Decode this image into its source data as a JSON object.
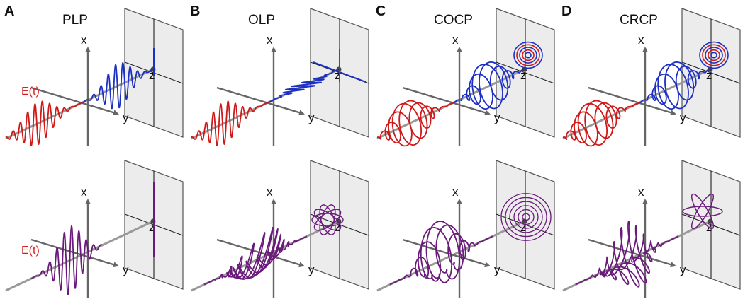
{
  "panels": [
    {
      "letter": "A",
      "title": "PLP",
      "kind": "PLP"
    },
    {
      "letter": "B",
      "title": "OLP",
      "kind": "OLP"
    },
    {
      "letter": "C",
      "title": "COCP",
      "kind": "COCP"
    },
    {
      "letter": "D",
      "title": "CRCP",
      "kind": "CRCP"
    }
  ],
  "axis_labels": {
    "x": "x",
    "y": "y",
    "z": "z"
  },
  "field_label": "E(t)",
  "colors": {
    "red": "#d01818",
    "blue": "#1c2fc4",
    "purple": "#6a1a7a",
    "magenta": "#b23cb6",
    "axis": "#666666",
    "plane_fill": "#ececec",
    "plane_edge": "#555555",
    "label_red": "#d42020"
  }
}
